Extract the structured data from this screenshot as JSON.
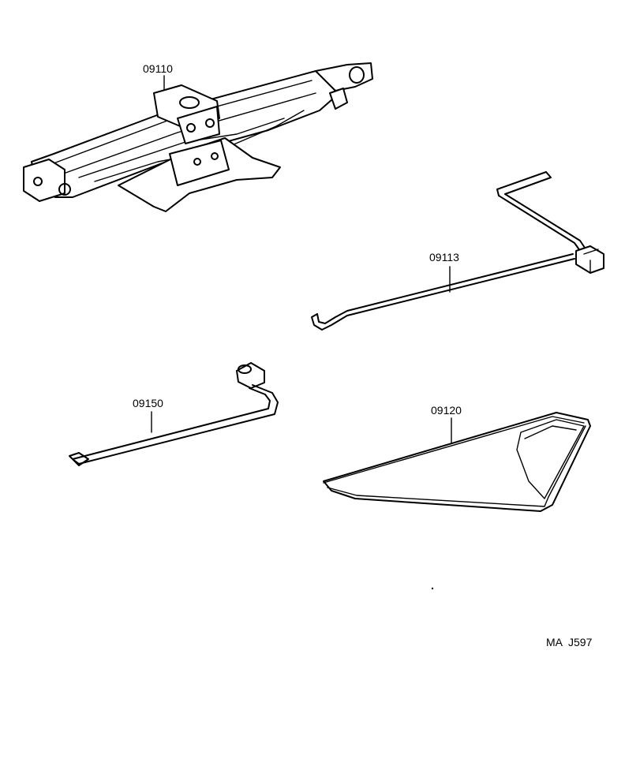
{
  "diagram": {
    "parts": [
      {
        "id": "jack",
        "number": "09110"
      },
      {
        "id": "jack-handle",
        "number": "09113"
      },
      {
        "id": "wheel-wrench",
        "number": "09150"
      },
      {
        "id": "tool-bag",
        "number": "09120"
      }
    ],
    "reference_code": "MA  J597"
  }
}
